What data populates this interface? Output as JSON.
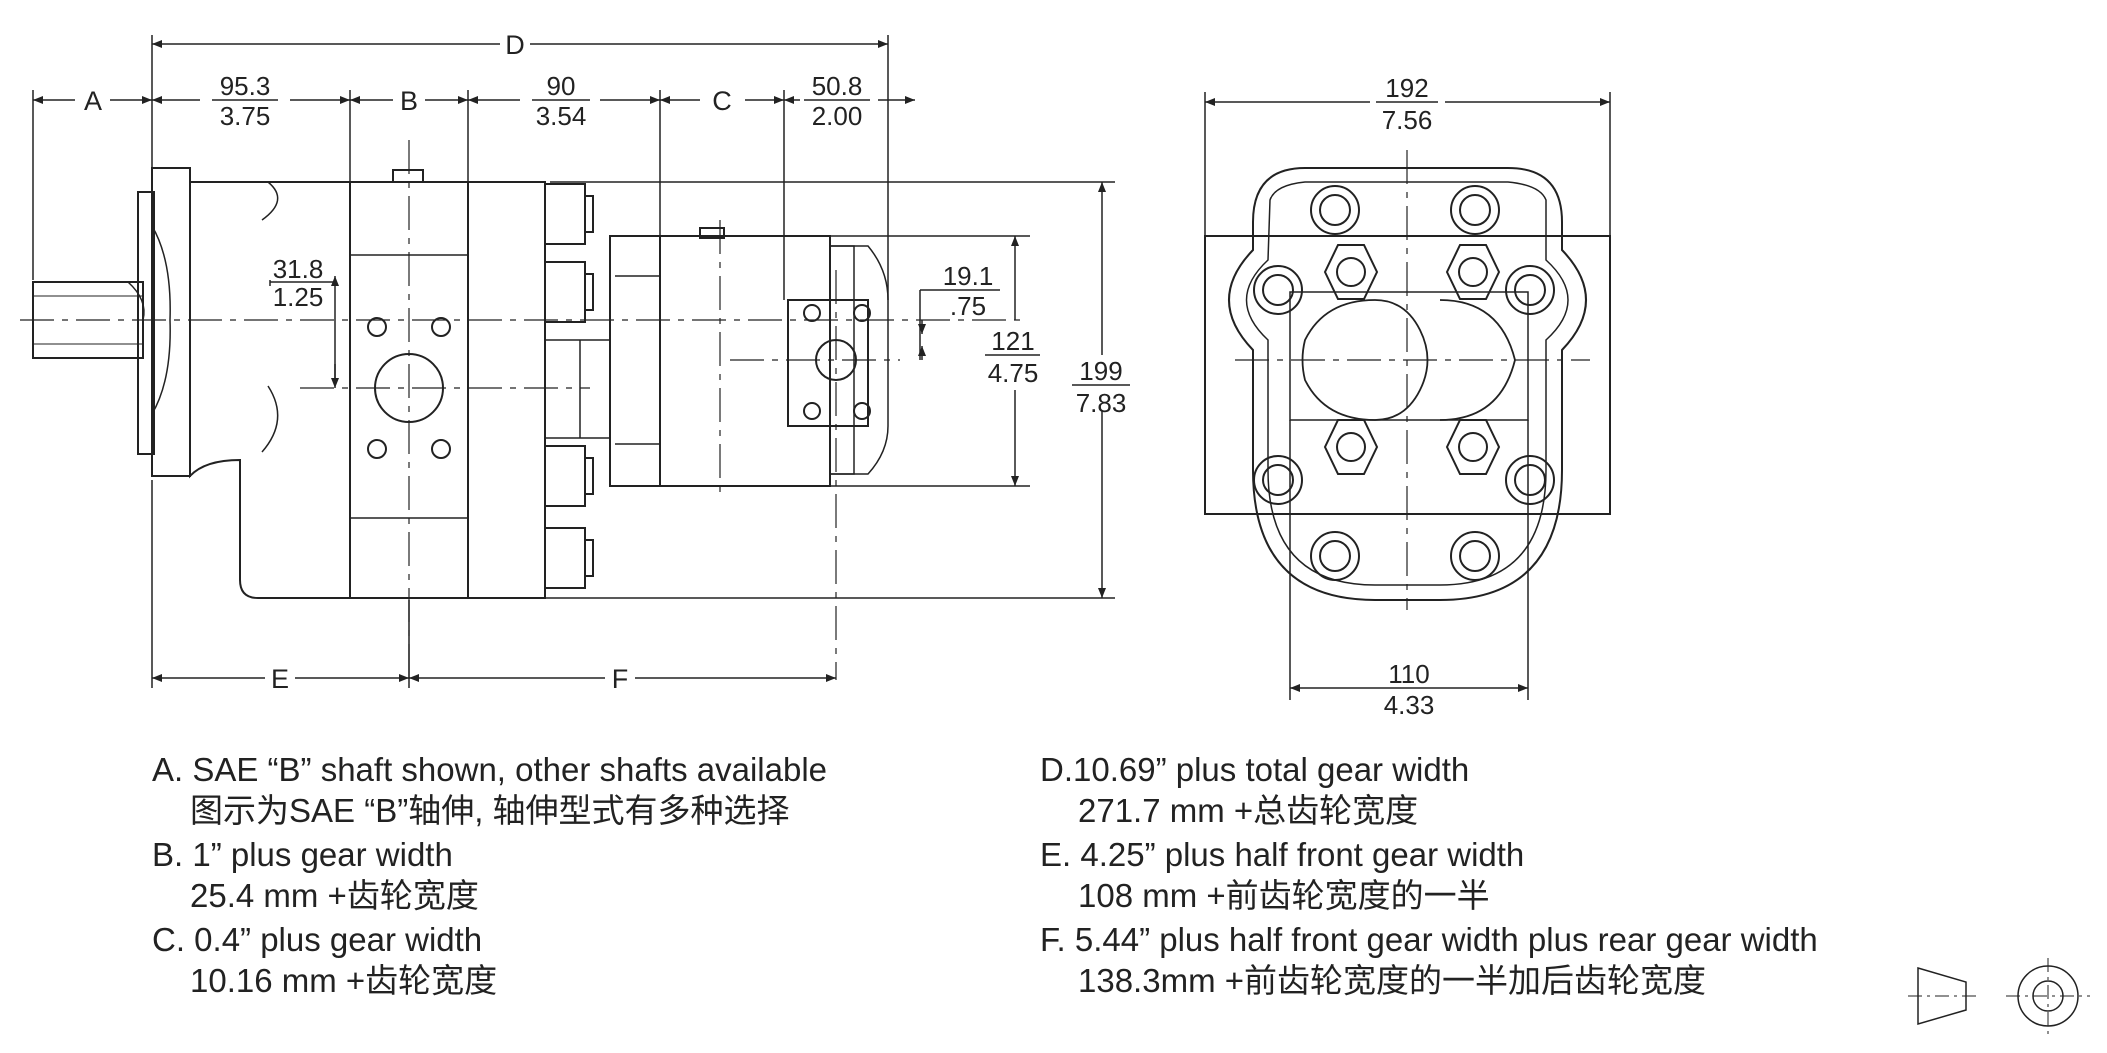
{
  "dimensions": {
    "label_A": "A",
    "label_B": "B",
    "label_C": "C",
    "label_D": "D",
    "label_E": "E",
    "label_F": "F",
    "flange_mm": "95.3",
    "flange_in": "3.75",
    "mid_mm": "90",
    "mid_in": "3.54",
    "rear_mm": "50.8",
    "rear_in": "2.00",
    "port_offset_mm": "31.8",
    "port_offset_in": "1.25",
    "rear_port_mm": "19.1",
    "rear_port_in": ".75",
    "rear_height_mm": "121",
    "rear_height_in": "4.75",
    "height_mm": "199",
    "height_in": "7.83",
    "width_mm": "192",
    "width_in": "7.56",
    "bolt_span_mm": "110",
    "bolt_span_in": "4.33"
  },
  "notes": {
    "left": [
      {
        "line1": "A. SAE “B” shaft shown, other shafts available",
        "line2": "图示为SAE “B”轴伸, 轴伸型式有多种选择"
      },
      {
        "line1": "B. 1” plus gear width",
        "line2": "25.4 mm +齿轮宽度"
      },
      {
        "line1": "C. 0.4” plus gear width",
        "line2": "10.16 mm +齿轮宽度"
      }
    ],
    "right": [
      {
        "line1": "D.10.69” plus total gear width",
        "line2": "271.7 mm +总齿轮宽度"
      },
      {
        "line1": "E. 4.25” plus half front gear width",
        "line2": "108 mm  +前齿轮宽度的一半"
      },
      {
        "line1": "F. 5.44” plus half front gear width plus rear gear width",
        "line2": "138.3mm +前齿轮宽度的一半加后齿轮宽度"
      }
    ]
  }
}
